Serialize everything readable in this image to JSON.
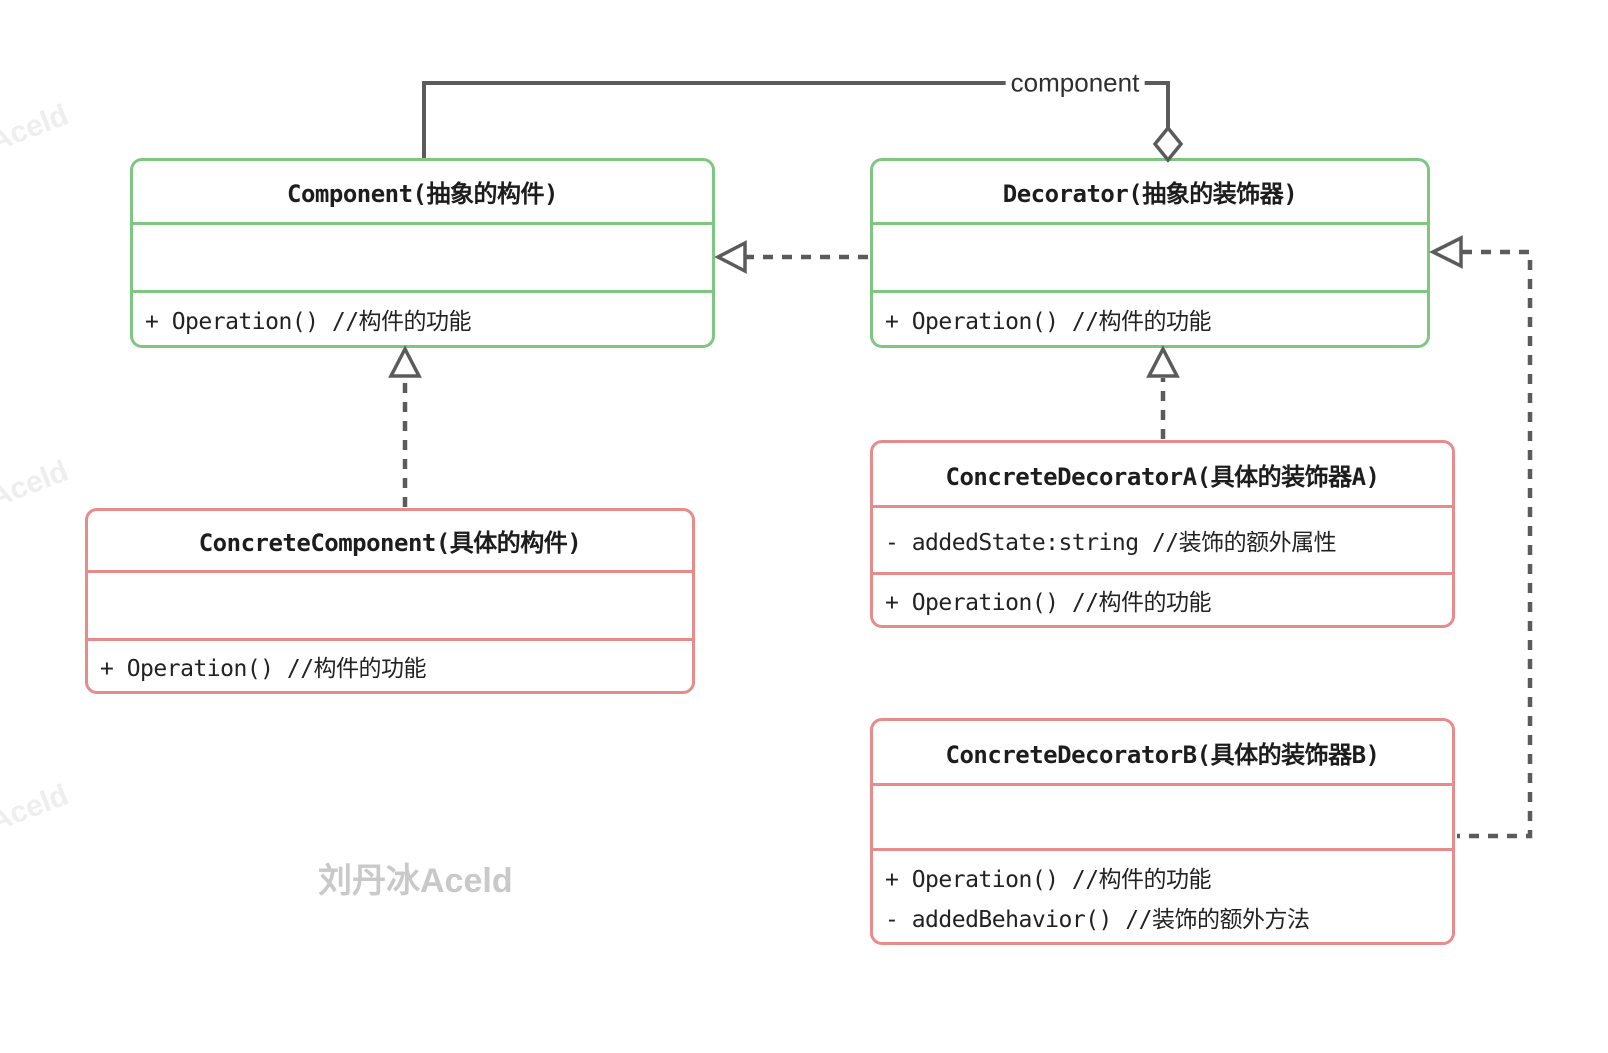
{
  "diagram": {
    "association_label": "component",
    "watermark": "Aceld",
    "signature": "刘丹冰Aceld",
    "colors": {
      "abstract_class_border": "#80c683",
      "concrete_class_border": "#e78b8b",
      "connector_line": "#5b5b5b",
      "signature_text": "#c9c9c9"
    },
    "classes": [
      {
        "name": "Component",
        "title": "Component(抽象的构件)",
        "attributes": [],
        "operations": [
          "+ Operation() //构件的功能"
        ]
      },
      {
        "name": "Decorator",
        "title": "Decorator(抽象的装饰器)",
        "attributes": [],
        "operations": [
          "+ Operation() //构件的功能"
        ]
      },
      {
        "name": "ConcreteComponent",
        "title": "ConcreteComponent(具体的构件)",
        "attributes": [],
        "operations": [
          "+ Operation() //构件的功能"
        ]
      },
      {
        "name": "ConcreteDecoratorA",
        "title": "ConcreteDecoratorA(具体的装饰器A)",
        "attributes": [
          "- addedState:string //装饰的额外属性"
        ],
        "operations": [
          "+ Operation() //构件的功能"
        ]
      },
      {
        "name": "ConcreteDecoratorB",
        "title": "ConcreteDecoratorB(具体的装饰器B)",
        "attributes": [],
        "operations": [
          "+ Operation() //构件的功能",
          "- addedBehavior() //装饰的额外方法"
        ]
      }
    ],
    "relationships": [
      {
        "type": "aggregation",
        "owner": "Decorator",
        "part": "Component",
        "label": "component"
      },
      {
        "type": "realization",
        "from": "Decorator",
        "to": "Component"
      },
      {
        "type": "realization",
        "from": "ConcreteComponent",
        "to": "Component"
      },
      {
        "type": "realization",
        "from": "ConcreteDecoratorA",
        "to": "Decorator"
      },
      {
        "type": "realization",
        "from": "ConcreteDecoratorB",
        "to": "Decorator"
      }
    ]
  }
}
